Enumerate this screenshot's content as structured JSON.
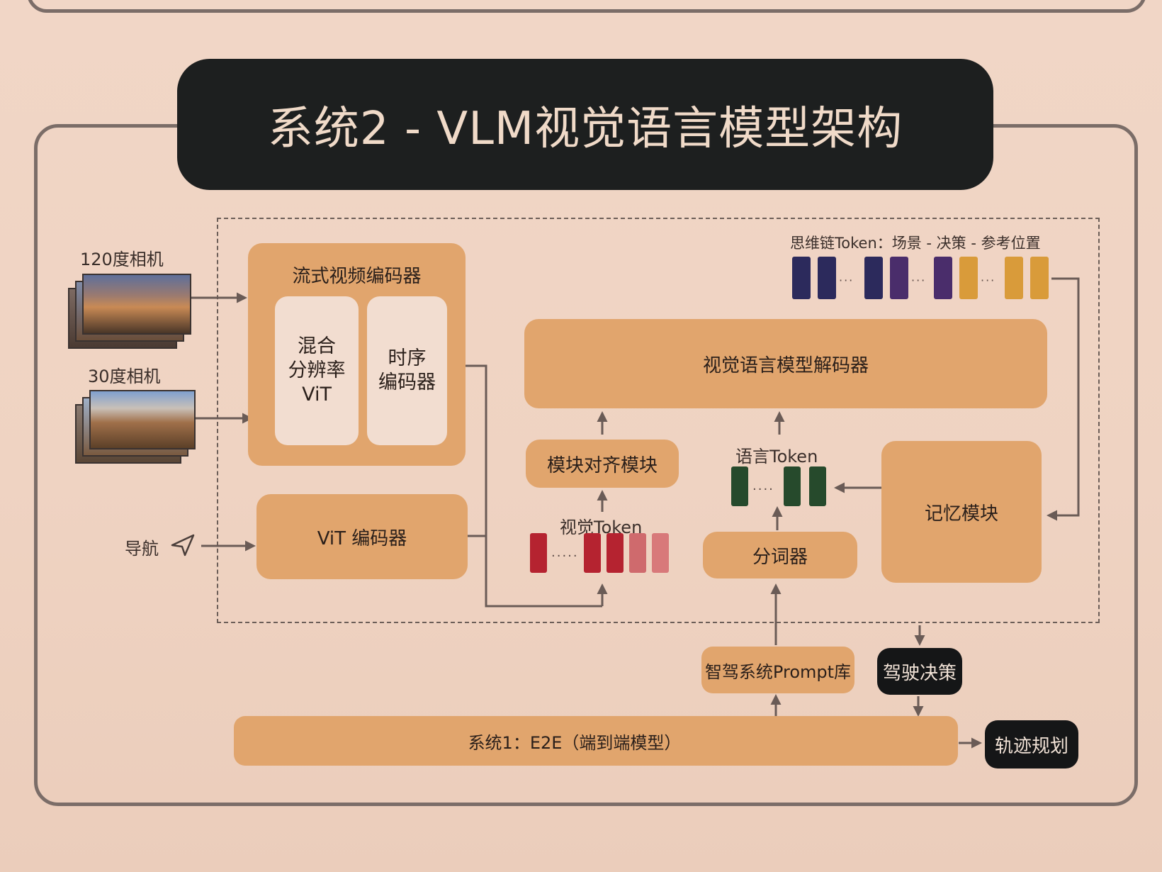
{
  "title": "系统2 - VLM视觉语言模型架构",
  "inputs": {
    "camera_120": "120度相机",
    "camera_30": "30度相机",
    "navigation": "导航"
  },
  "streaming_encoder": {
    "title": "流式视频编码器",
    "vit_mixed": "混合\n分辨率\nViT",
    "temporal": "时序\n编码器"
  },
  "vit_encoder": "ViT 编码器",
  "decoder": "视觉语言模型解码器",
  "alignment": "模块对齐模块",
  "visual_token_label": "视觉Token",
  "language_token_label": "语言Token",
  "tokenizer": "分词器",
  "memory": "记忆模块",
  "cot_label": "思维链Token：场景 - 决策 - 参考位置",
  "prompt_library": "智驾系统Prompt库",
  "driving_decision": "驾驶决策",
  "system1": "系统1：E2E（端到端模型）",
  "trajectory": "轨迹规划",
  "colors": {
    "orange_box": "#e1a56d",
    "inner_box": "#f2ddd0",
    "dark_box": "#151617",
    "visual_token": [
      "#b52330",
      "#b52330",
      "#b52330",
      "#cf6a6d",
      "#d8797a"
    ],
    "language_token": [
      "#264a2c",
      "#264a2c",
      "#264a2c"
    ],
    "cot_token": [
      "#2c2a5c",
      "#2c2a5c",
      "#2c2a5c",
      "#4a2d6b",
      "#4a2d6b",
      "#d99b3a",
      "#d99b3a",
      "#d99b3a"
    ]
  },
  "icons": [
    "navigation-arrow-icon"
  ]
}
